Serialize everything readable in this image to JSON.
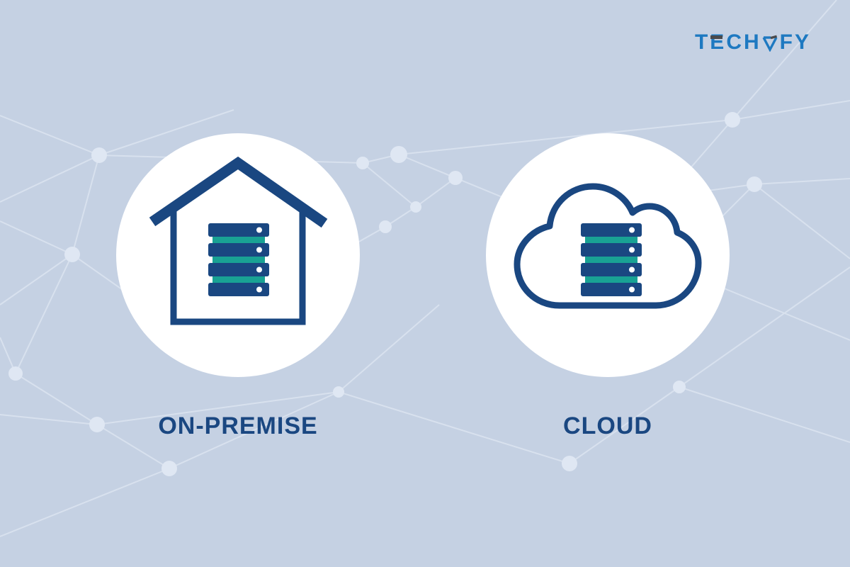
{
  "brand": {
    "name": "TECHVFY",
    "logo": {
      "part_before_v": "TECH",
      "v_letter": "V",
      "part_after_v": "FY"
    },
    "colors": {
      "logo_blue": "#1e79c1",
      "logo_accent_gray": "#4a4a4c"
    }
  },
  "comparison": {
    "items": [
      {
        "id": "on-premise",
        "label": "ON-PREMISE",
        "icon": "house-with-server-rack-icon"
      },
      {
        "id": "cloud",
        "label": "CLOUD",
        "icon": "cloud-with-server-rack-icon"
      }
    ]
  },
  "colors": {
    "background": "#c5d1e3",
    "pattern_line": "#d8e1ee",
    "pattern_node": "#dfe7f3",
    "icon_navy": "#1a4781",
    "icon_teal": "#19a294",
    "circle_fill": "#ffffff",
    "label_text": "#1a4781"
  }
}
